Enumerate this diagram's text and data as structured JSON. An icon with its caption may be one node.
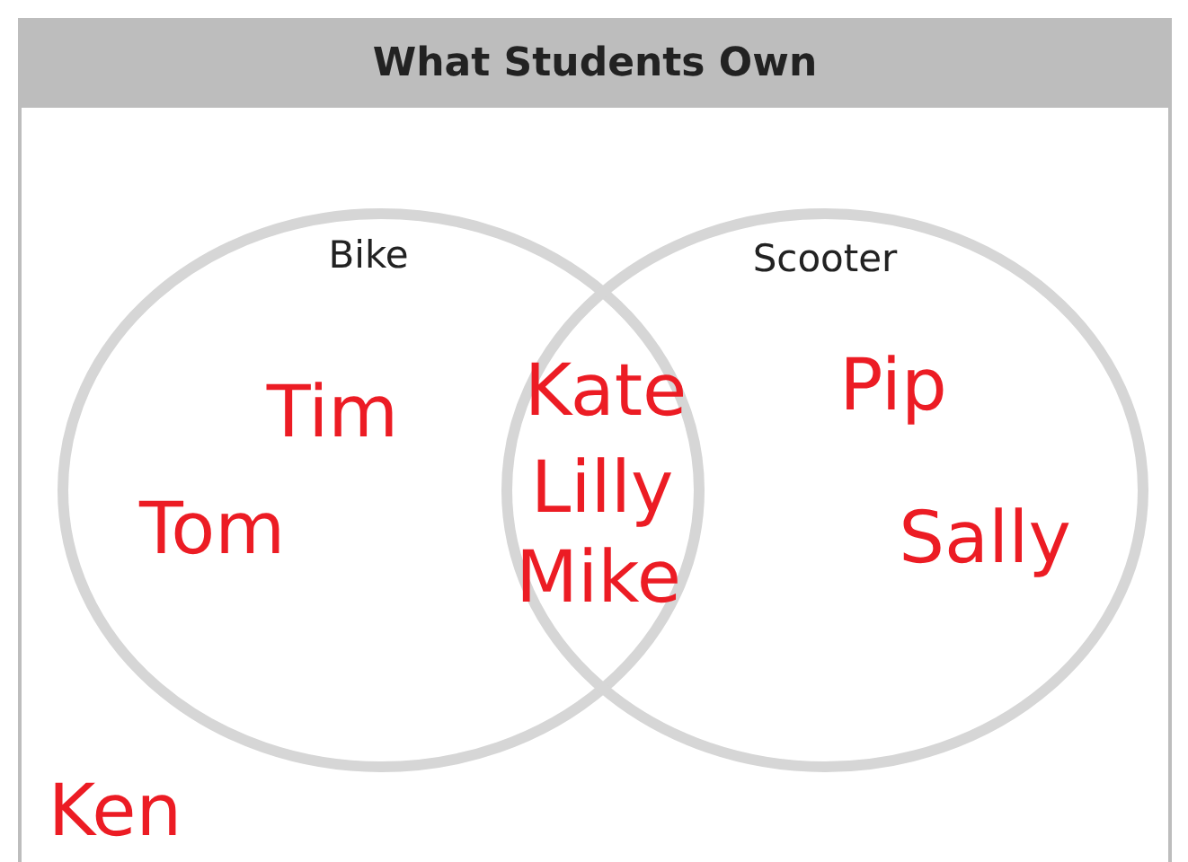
{
  "diagram": {
    "title": "What Students Own",
    "nodes": [
      {
        "text": [
          "Bike"
        ]
      },
      {
        "text": [
          "Scooter"
        ]
      }
    ],
    "labels": [
      "Tim",
      "Tom",
      "Kate",
      "Lilly",
      "Mike",
      "Pip",
      "Sally",
      "Ken"
    ]
  }
}
